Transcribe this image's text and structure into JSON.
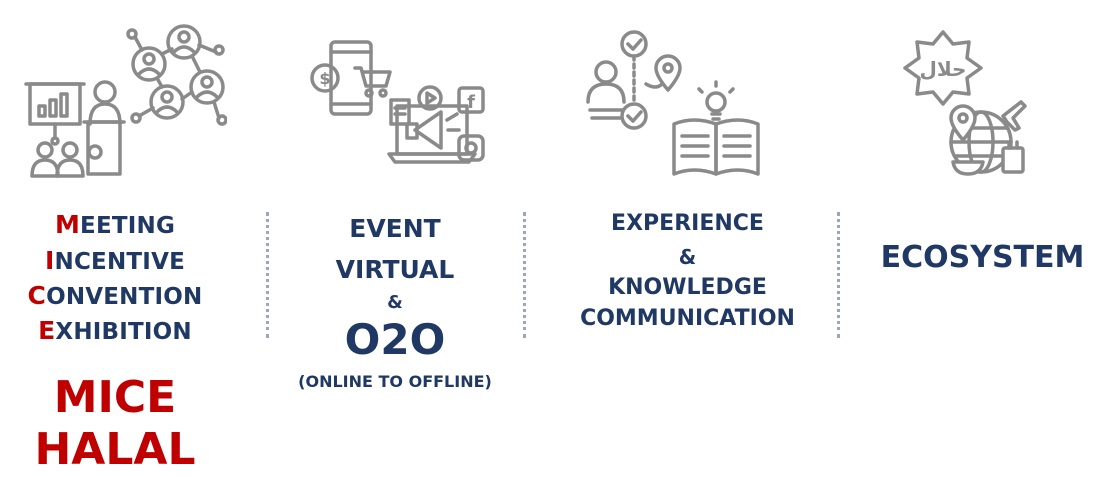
{
  "colors": {
    "navy": "#1f3864",
    "red": "#c00000",
    "icon_gray": "#8a8a8a",
    "divider": "#9aa6bd"
  },
  "icons": [
    "presentation-network-icon",
    "digital-marketing-icon",
    "knowledge-journey-icon",
    "halal-travel-icon"
  ],
  "col1": {
    "lines": [
      {
        "cap": "M",
        "rest": "EETING"
      },
      {
        "cap": "I",
        "rest": "NCENTIVE"
      },
      {
        "cap": "C",
        "rest": "ONVENTION"
      },
      {
        "cap": "E",
        "rest": "XHIBITION"
      }
    ],
    "title_line1": "MICE",
    "title_line2": "HALAL"
  },
  "col2": {
    "event": "EVENT",
    "virtual": "VIRTUAL",
    "amp": "&",
    "o2o": "O2O",
    "sub": "(ONLINE TO OFFLINE)"
  },
  "col3": {
    "line1": "EXPERIENCE",
    "amp": "&",
    "line2": "KNOWLEDGE",
    "line3": "COMMUNICATION"
  },
  "col4": {
    "title": "ECOSYSTEM"
  }
}
